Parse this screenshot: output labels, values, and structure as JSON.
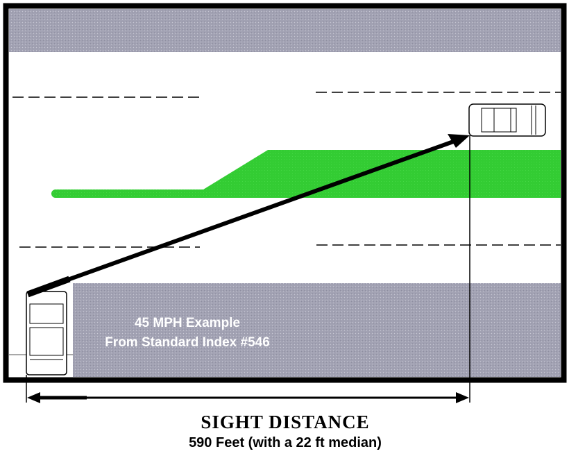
{
  "example_label": {
    "line1": "45 MPH Example",
    "line2": "From Standard Index #546"
  },
  "sight_distance": {
    "title": "SIGHT DISTANCE",
    "subtitle": "590 Feet (with a 22 ft median)"
  },
  "colors": {
    "shoulder": "#a7a7b7",
    "median": "#33cc33",
    "road": "#ffffff",
    "frame": "#000000"
  }
}
